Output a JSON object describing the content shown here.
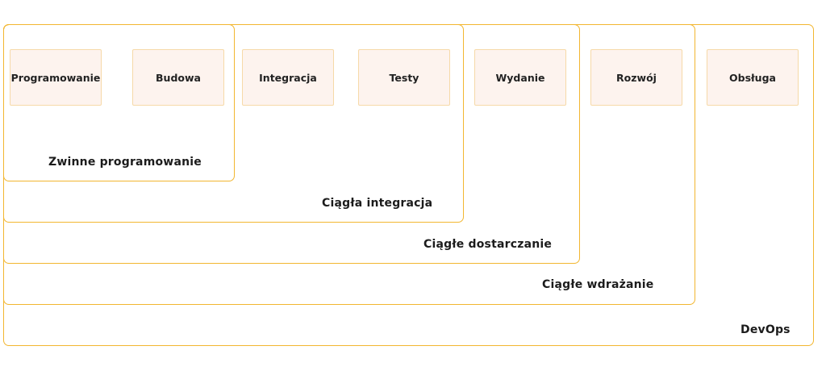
{
  "stages": [
    {
      "key": "programowanie",
      "label": "Programowanie"
    },
    {
      "key": "budowa",
      "label": "Budowa"
    },
    {
      "key": "integracja",
      "label": "Integracja"
    },
    {
      "key": "testy",
      "label": "Testy"
    },
    {
      "key": "wydanie",
      "label": "Wydanie"
    },
    {
      "key": "rozwoj",
      "label": "Rozwój"
    },
    {
      "key": "obsluga",
      "label": "Obsługa"
    }
  ],
  "groups": {
    "agile": "Zwinne programowanie",
    "ci": "Ciągła integracja",
    "cd_delivery": "Ciągłe dostarczanie",
    "cd_deployment": "Ciągłe wdrażanie",
    "devops": "DevOps"
  },
  "colors": {
    "frame_border": "#f2b630",
    "stage_fill": "#fdf3ee",
    "stage_border": "#f6d9a8",
    "text": "#1c1c1c"
  }
}
